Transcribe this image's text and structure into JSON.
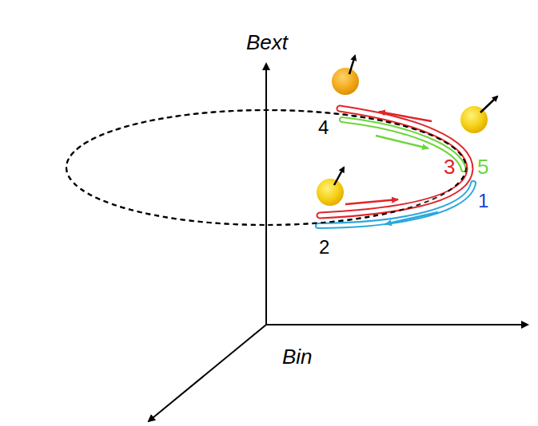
{
  "diagram": {
    "labels": [
      "Bext",
      "Bin",
      "4",
      "3",
      "5",
      "1",
      "2"
    ]
  }
}
